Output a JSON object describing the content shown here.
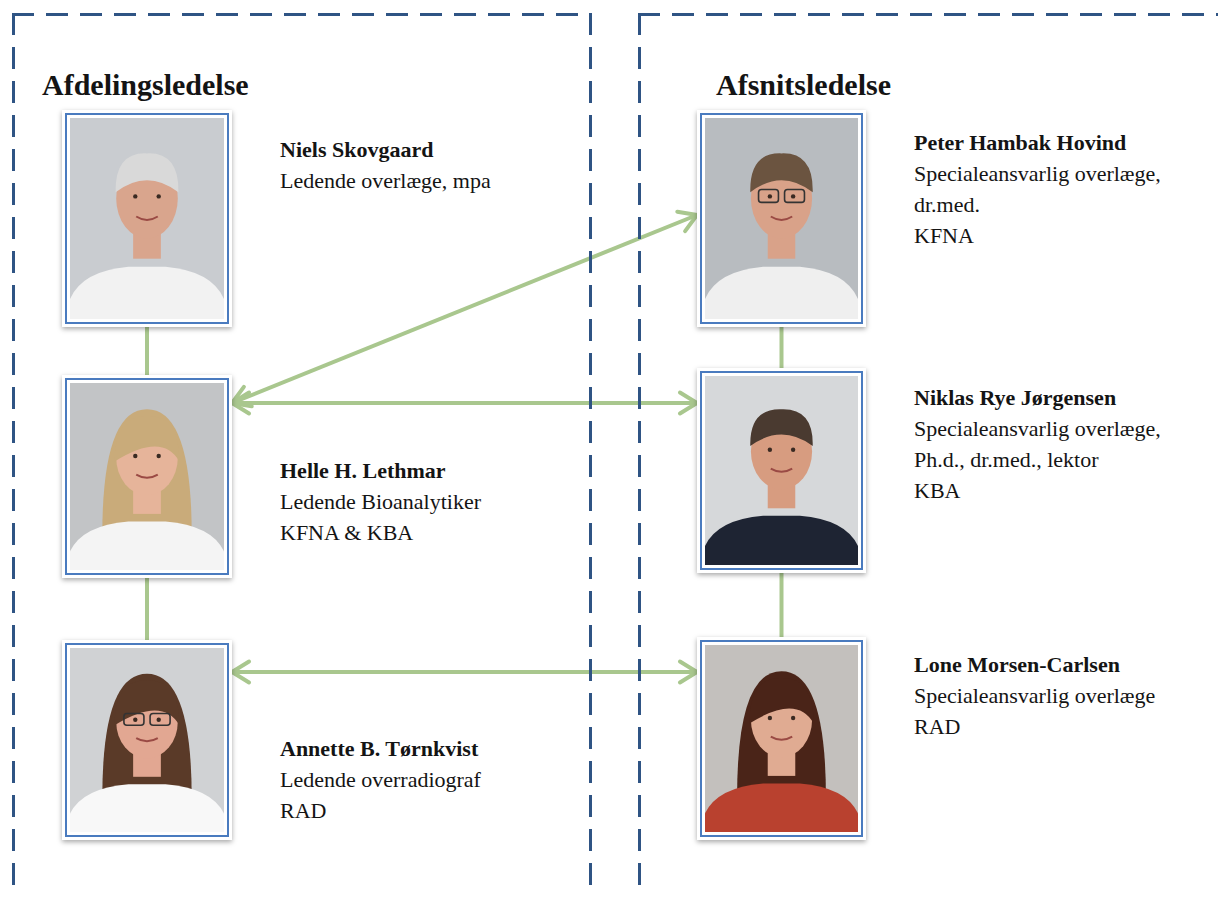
{
  "diagram": {
    "nodes": [
      {
        "text": [
          "Afdelingsledelse"
        ]
      },
      {
        "text": [
          "Niels Skovgaard",
          "Ledende overlæge, mpa"
        ],
        "in": 0
      },
      {
        "text": [
          "Helle H. Lethmar",
          "Ledende Bioanalytiker",
          "KFNA & KBA"
        ],
        "in": 0
      },
      {
        "text": [
          "Annette B. Tørnkvist",
          "Ledende overradiograf",
          "RAD"
        ],
        "in": 0
      },
      {
        "text": [
          "Afsnitsledelse"
        ]
      },
      {
        "text": [
          "Peter Hambak Hovind",
          "Specialeansvarlig overlæge, dr.med.",
          "KFNA"
        ],
        "in": 4
      },
      {
        "text": [
          "Niklas Rye Jørgensen",
          "Specialeansvarlig overlæge, Ph.d., dr.med., lektor",
          "KBA"
        ],
        "in": 4
      },
      {
        "text": [
          "Lone Morsen-Carlsen",
          "Specialeansvarlig overlæge",
          "RAD"
        ],
        "in": 4
      }
    ],
    "edges": [
      {
        "from": 1,
        "to": 2,
        "arrow": "none"
      },
      {
        "from": 2,
        "to": 3,
        "arrow": "none"
      },
      {
        "from": 5,
        "to": 6,
        "arrow": "none"
      },
      {
        "from": 6,
        "to": 7,
        "arrow": "none"
      },
      {
        "from": 2,
        "to": 5,
        "arrow": "both"
      },
      {
        "from": 2,
        "to": 6,
        "arrow": "both"
      },
      {
        "from": 3,
        "to": 7,
        "arrow": "both"
      }
    ]
  }
}
